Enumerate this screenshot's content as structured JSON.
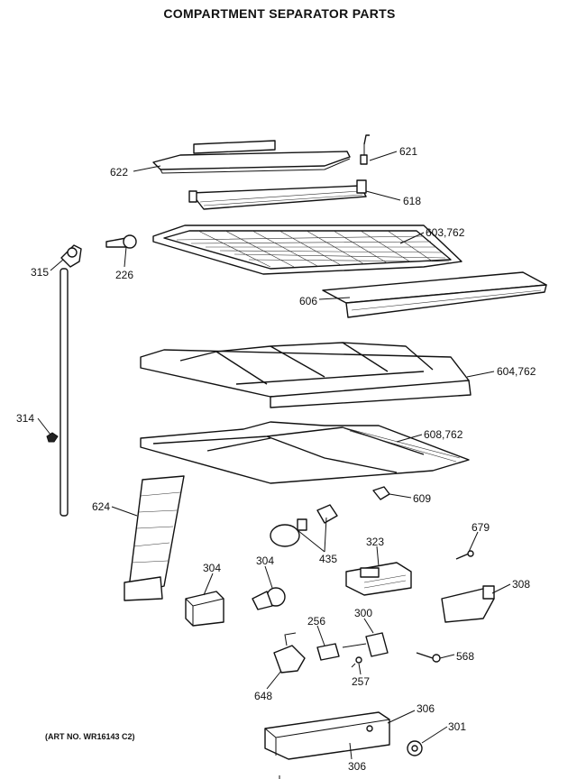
{
  "title": "COMPARTMENT SEPARATOR PARTS",
  "art_number": "(ART NO. WR16143 C2)",
  "callouts": {
    "c621": "621",
    "c622": "622",
    "c618": "618",
    "c226": "226",
    "c315": "315",
    "c603": "603,762",
    "c606": "606",
    "c604": "604,762",
    "c314": "314",
    "c608": "608,762",
    "c624": "624",
    "c609": "609",
    "c679": "679",
    "c435": "435",
    "c323": "323",
    "c304a": "304",
    "c304b": "304",
    "c308": "308",
    "c256": "256",
    "c300": "300",
    "c568": "568",
    "c257": "257",
    "c648": "648",
    "c306a": "306",
    "c301": "301",
    "c306b": "306"
  }
}
